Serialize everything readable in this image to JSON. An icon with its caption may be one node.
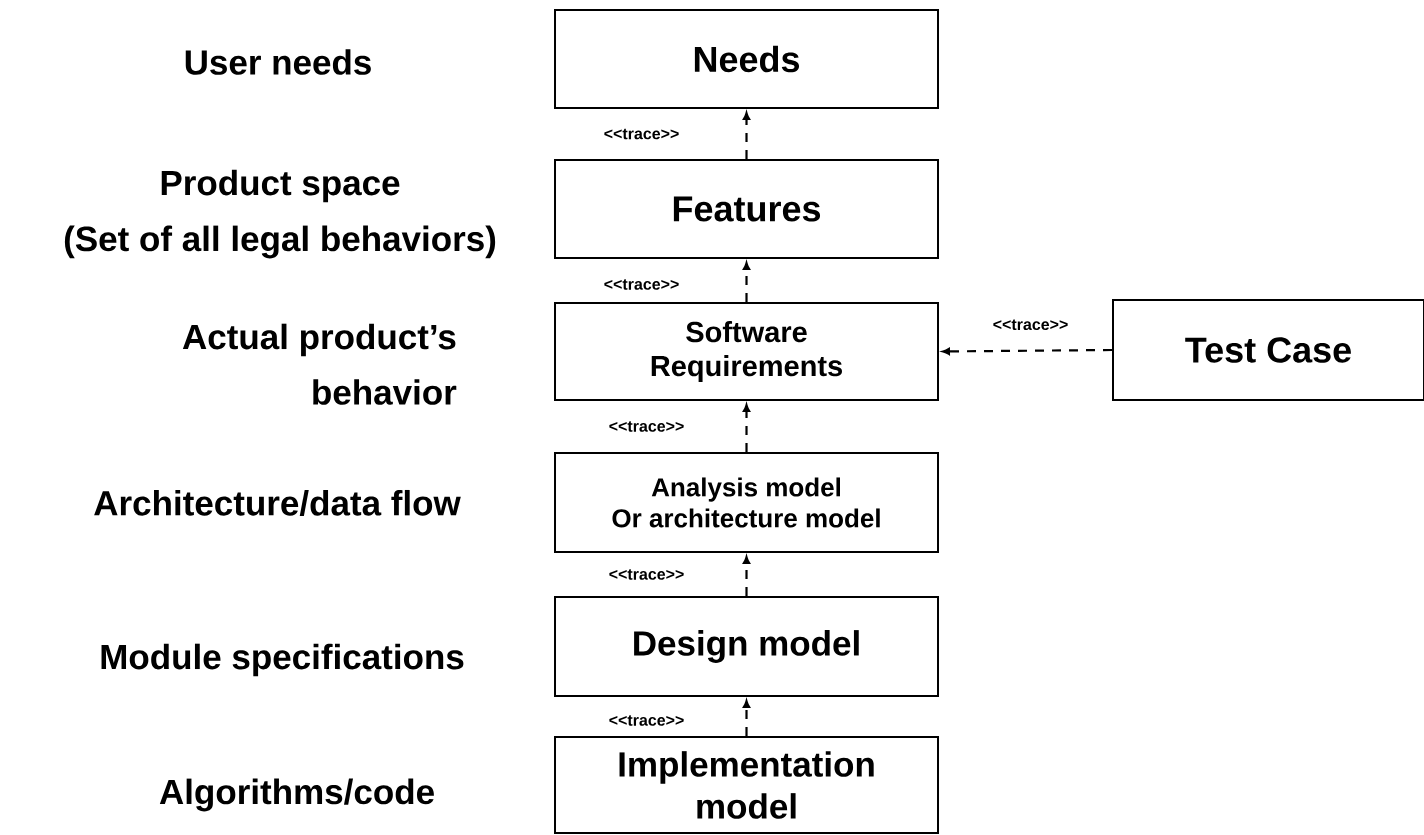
{
  "diagram": {
    "nodes": [
      {
        "text": [
          "Needs"
        ]
      },
      {
        "text": [
          "Features"
        ]
      },
      {
        "text": [
          "Software Requirements"
        ]
      },
      {
        "text": [
          "Test Case"
        ]
      },
      {
        "text": [
          "Analysis model",
          "Or architecture model"
        ]
      },
      {
        "text": [
          "Design model"
        ]
      },
      {
        "text": [
          "Implementation model"
        ]
      }
    ],
    "edges": [
      {
        "from": 1,
        "to": 0,
        "arrow": "to",
        "style": "dashed",
        "label": "<<trace>>"
      },
      {
        "from": 2,
        "to": 1,
        "arrow": "to",
        "style": "dashed",
        "label": "<<trace>>"
      },
      {
        "from": 3,
        "to": 2,
        "arrow": "to",
        "style": "dashed",
        "label": "<<trace>>"
      },
      {
        "from": 4,
        "to": 2,
        "arrow": "to",
        "style": "dashed",
        "label": "<<trace>>"
      },
      {
        "from": 5,
        "to": 4,
        "arrow": "to",
        "style": "dashed",
        "label": "<<trace>>"
      },
      {
        "from": 6,
        "to": 5,
        "arrow": "to",
        "style": "dashed",
        "label": "<<trace>>"
      }
    ],
    "labels": [
      "User needs",
      "Product space",
      "(Set of all legal behaviors)",
      "Actual product’s",
      "behavior",
      "Architecture/data flow",
      "Module specifications",
      "Algorithms/code"
    ]
  }
}
